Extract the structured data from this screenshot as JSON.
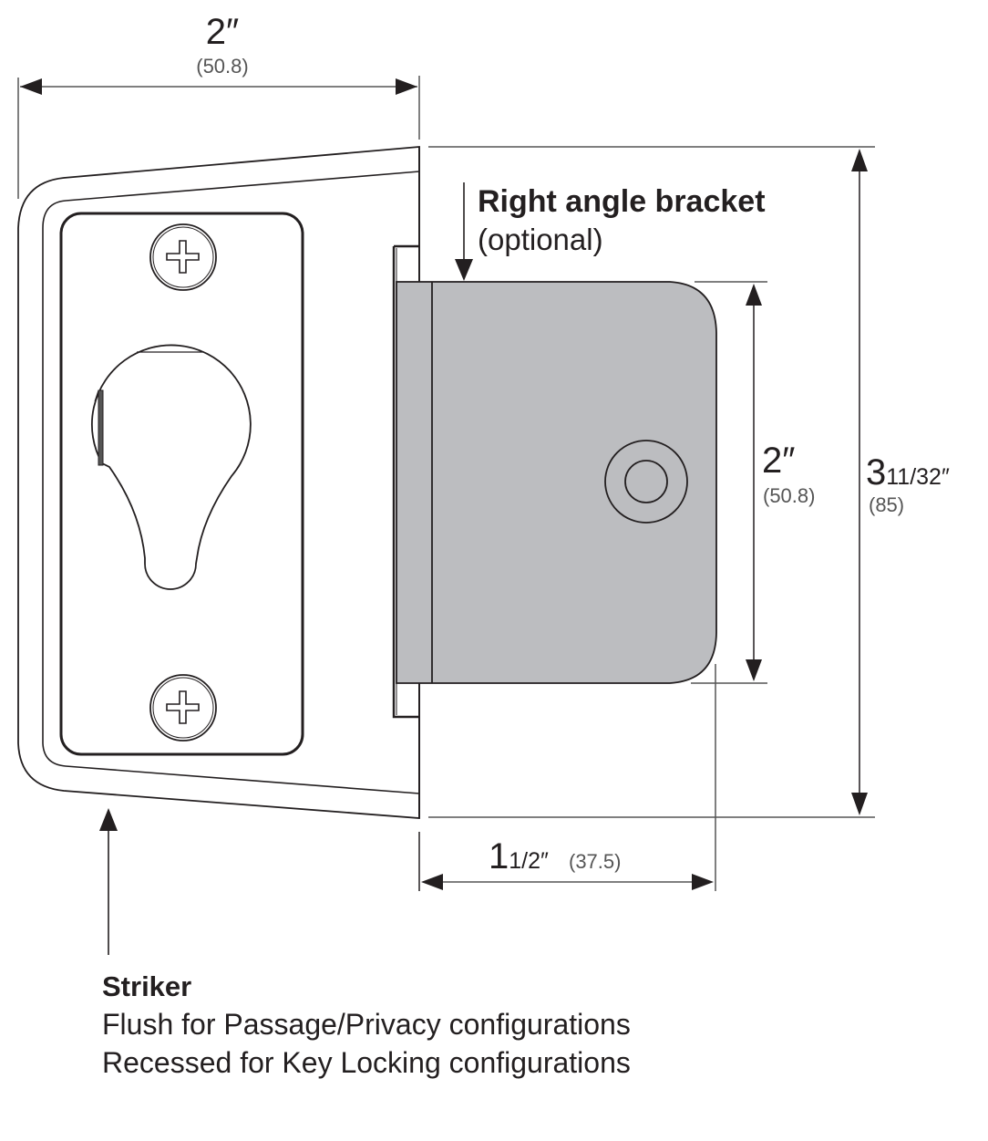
{
  "diagram": {
    "title": "Striker and right angle bracket dimensions",
    "colors": {
      "line": "#231f20",
      "dimension_line": "#555555",
      "bracket_fill": "#bcbdc0",
      "background": "#ffffff"
    },
    "dimensions": {
      "top_width": {
        "main": "2",
        "fraction": "",
        "unit": "″",
        "metric": "(50.8)"
      },
      "bracket_height": {
        "main": "2",
        "fraction": "",
        "unit": "″",
        "metric": "(50.8)"
      },
      "overall_height": {
        "main": "3",
        "fraction": "11/32",
        "unit": "″",
        "metric": "(85)"
      },
      "bracket_depth": {
        "main": "1",
        "fraction": "1/2",
        "unit": "″",
        "metric": "(37.5)"
      }
    },
    "callouts": {
      "bracket": {
        "title": "Right angle bracket",
        "subtitle": "(optional)"
      },
      "striker": {
        "title": "Striker",
        "lines": [
          "Flush for Passage/Privacy configurations",
          "Recessed for Key Locking configurations"
        ]
      }
    },
    "parts": {
      "screw_top": "phillips-screw",
      "screw_bottom": "phillips-screw",
      "latch_opening": "keyhole-latch-opening",
      "bracket_hole": "mounting-hole"
    }
  }
}
